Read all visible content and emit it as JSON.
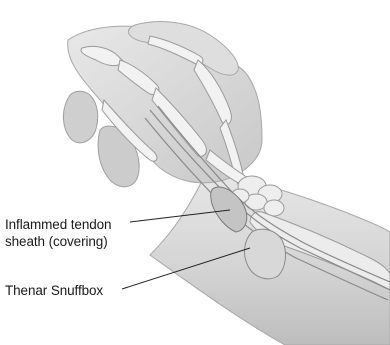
{
  "labels": {
    "tendon_sheath_line1": "Inflammed tendon",
    "tendon_sheath_line2": "sheath (covering)",
    "snuffbox": "Thenar Snuffbox"
  },
  "colors": {
    "skin_fill": "#d9d9d9",
    "skin_outline": "#a8a8a8",
    "bone_fill": "#f2f2f2",
    "bone_outline": "#9a9a9a",
    "tendon": "#8a8a8a",
    "inflamed_band": "#c4c4c4",
    "leader_line": "#222222",
    "text": "#1a1a1a"
  }
}
